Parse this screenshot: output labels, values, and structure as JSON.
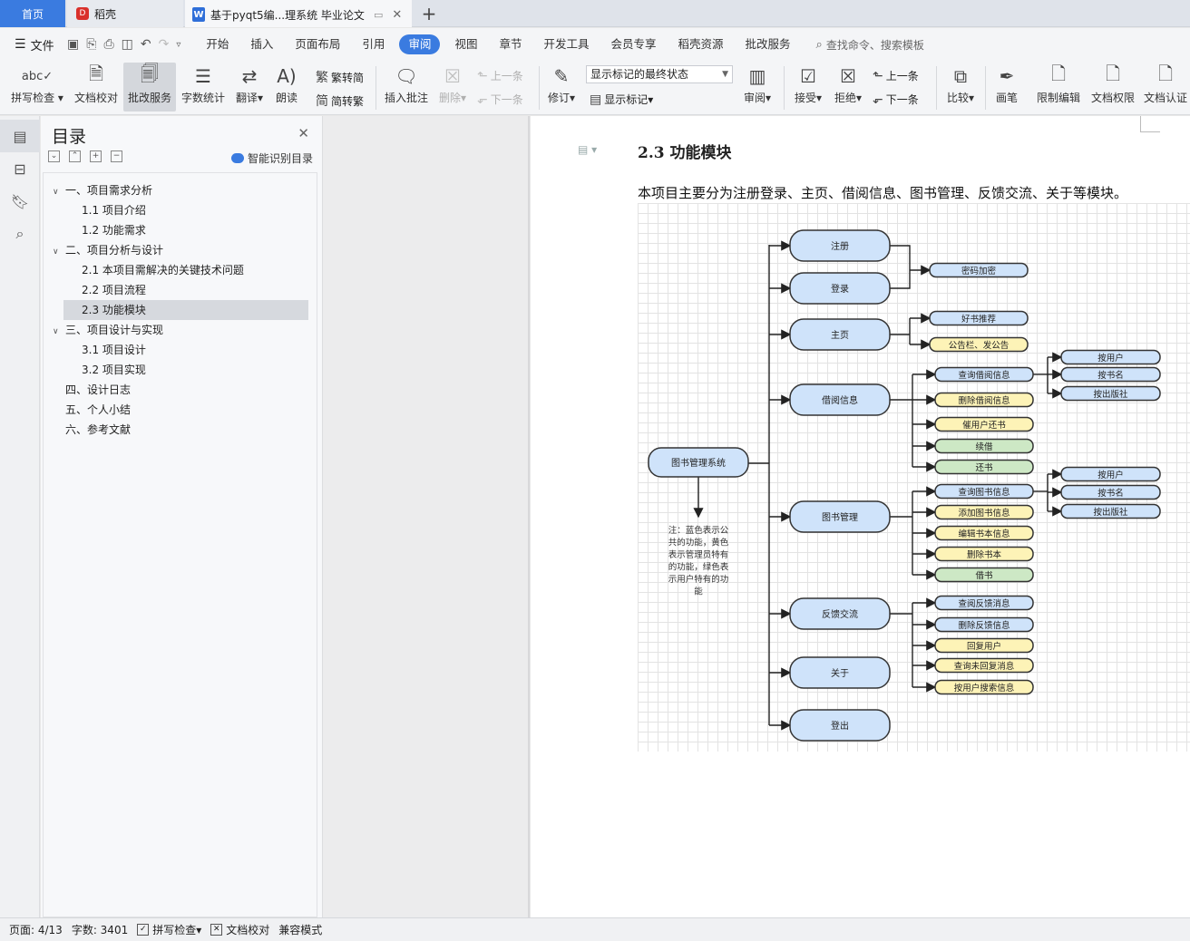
{
  "tabs": {
    "home": "首页",
    "daoke": "稻壳",
    "doc": "基于pyqt5编...理系统 毕业论文"
  },
  "menu": {
    "file": "文件",
    "items": [
      "开始",
      "插入",
      "页面布局",
      "引用",
      "审阅",
      "视图",
      "章节",
      "开发工具",
      "会员专享",
      "稻壳资源",
      "批改服务"
    ],
    "active_index": 4,
    "search": "查找命令、搜索模板"
  },
  "ribbon": {
    "spell": "拼写检查",
    "proof": "文档校对",
    "correct": "批改服务",
    "wordcount": "字数统计",
    "translate": "翻译",
    "read": "朗读",
    "t2s": "繁转简",
    "s2t": "简转繁",
    "insert_comment": "插入批注",
    "delete": "删除",
    "prev": "上一条",
    "next": "下一条",
    "revise": "修订",
    "markup_state": "显示标记的最终状态",
    "show_markup": "显示标记",
    "review": "审阅",
    "accept": "接受",
    "reject": "拒绝",
    "prev2": "上一条",
    "next2": "下一条",
    "compare": "比较",
    "pen": "画笔",
    "restrict": "限制编辑",
    "perm": "文档权限",
    "cert": "文档认证"
  },
  "toc": {
    "title": "目录",
    "smart": "智能识别目录",
    "items": [
      {
        "label": "一、项目需求分析",
        "level": 1,
        "caret": true
      },
      {
        "label": "1.1 项目介绍",
        "level": 2
      },
      {
        "label": "1.2 功能需求",
        "level": 2
      },
      {
        "label": "二、项目分析与设计",
        "level": 1,
        "caret": true
      },
      {
        "label": "2.1 本项目需解决的关键技术问题",
        "level": 2
      },
      {
        "label": "2.2 项目流程",
        "level": 2
      },
      {
        "label": "2.3 功能模块",
        "level": 2,
        "selected": true
      },
      {
        "label": "三、项目设计与实现",
        "level": 1,
        "caret": true
      },
      {
        "label": "3.1 项目设计",
        "level": 2
      },
      {
        "label": "3.2 项目实现",
        "level": 2
      },
      {
        "label": "四、设计日志",
        "level": 1
      },
      {
        "label": "五、个人小结",
        "level": 1
      },
      {
        "label": "六、参考文献",
        "level": 1
      }
    ]
  },
  "document": {
    "heading": "2.3 功能模块",
    "body": "本项目主要分为注册登录、主页、借阅信息、图书管理、反馈交流、关于等模块。"
  },
  "diagram": {
    "root": "图书管理系统",
    "note": [
      "注：蓝色表示公",
      "共的功能，黄色",
      "表示管理员特有",
      "的功能，绿色表",
      "示用户特有的功",
      "能"
    ],
    "modules": {
      "register": "注册",
      "login": "登录",
      "home": "主页",
      "borrow": "借阅信息",
      "books": "图书管理",
      "feedback": "反馈交流",
      "about": "关于",
      "logout": "登出"
    },
    "leaves": {
      "pwd": "密码加密",
      "recommend": "好书推荐",
      "notice": "公告栏、发公告",
      "query_borrow": "查询借阅信息",
      "del_borrow": "删除借阅信息",
      "urge": "催用户还书",
      "renew": "续借",
      "return": "还书",
      "query_book": "查询图书信息",
      "add_book": "添加图书信息",
      "edit_book": "编辑书本信息",
      "del_book": "删除书本",
      "lend": "借书",
      "view_fb": "查阅反馈消息",
      "del_fb": "删除反馈信息",
      "reply": "回复用户",
      "unreplied": "查询未回复消息",
      "search_fb": "按用户搜索信息",
      "by_user": "按用户",
      "by_title": "按书名",
      "by_pub": "按出版社"
    },
    "colors": {
      "blue": "#cfe3fa",
      "yellow": "#fdf3b7",
      "green": "#cde8c5",
      "border": "#333333"
    }
  },
  "status": {
    "page": "页面: 4/13",
    "words": "字数: 3401",
    "spell": "拼写检查",
    "proof": "文档校对",
    "compat": "兼容模式"
  }
}
